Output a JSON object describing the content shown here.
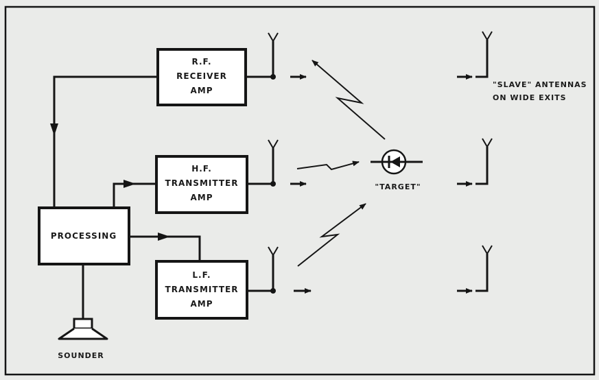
{
  "diagram": {
    "blocks": {
      "rf_receiver": [
        "R.F.",
        "RECEIVER",
        "AMP"
      ],
      "hf_transmitter": [
        "H.F.",
        "TRANSMITTER",
        "AMP"
      ],
      "lf_transmitter": [
        "L.F.",
        "TRANSMITTER",
        "AMP"
      ],
      "processing": "PROCESSING"
    },
    "labels": {
      "sounder": "SOUNDER",
      "target": "\"TARGET\"",
      "slave_line1": "\"SLAVE\" ANTENNAS",
      "slave_line2": "ON WIDE EXITS"
    },
    "colors": {
      "ink": "#151515",
      "paper": "#eaebe9",
      "box_fill": "#ffffff"
    }
  }
}
